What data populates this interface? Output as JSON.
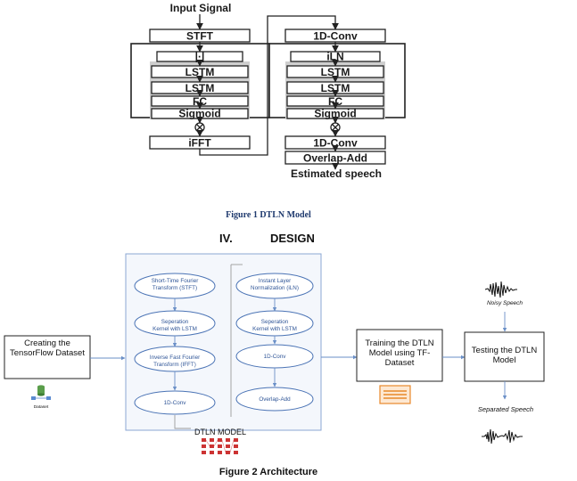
{
  "figure1": {
    "input_label": "Input Signal",
    "left_stack": {
      "stft": "STFT",
      "abs": "|·|",
      "lstm1": "LSTM",
      "lstm2": "LSTM",
      "fc": "FC",
      "sigmoid": "Sigmoid",
      "ifft": "iFFT"
    },
    "right_stack": {
      "conv_top": "1D-Conv",
      "iln": "iLN",
      "lstm1": "LSTM",
      "lstm2": "LSTM",
      "fc": "FC",
      "sigmoid": "Sigmoid",
      "conv_bottom": "1D-Conv",
      "overlap_add": "Overlap-Add"
    },
    "output_label": "Estimated speech",
    "caption": "Figure 1 DTLN Model"
  },
  "section_heading": {
    "number": "IV.",
    "title": "DESIGN"
  },
  "figure2": {
    "creating_box": "Creating the TensorFlow Dataset",
    "dataset_icon_label": "Dataset",
    "model_left": [
      "Short-Time Fourier Transform (STFT)",
      "Seperation Kernel with LSTM",
      "Inverse Fast Fourier Transform (IFFT)",
      "1D-Conv"
    ],
    "model_right": [
      "Instant Layer Normalization (iLN)",
      "Seperation Kernel with LSTM",
      "1D-Conv",
      "Overlap-Add"
    ],
    "model_title": "DTLN MODEL",
    "training_box": "Training the DTLN Model using TF-Dataset",
    "testing_box": "Testing the DTLN Model",
    "noisy_label": "Noisy Speech",
    "separated_label": "Separated Speech",
    "caption": "Figure 2 Architecture"
  },
  "colors": {
    "caption": "#1f3a6e",
    "oval_border": "#4a73b5",
    "oval_text": "#2f5597",
    "stack_gray": "#cfcfcf",
    "tf_orange": "#e8892b"
  }
}
